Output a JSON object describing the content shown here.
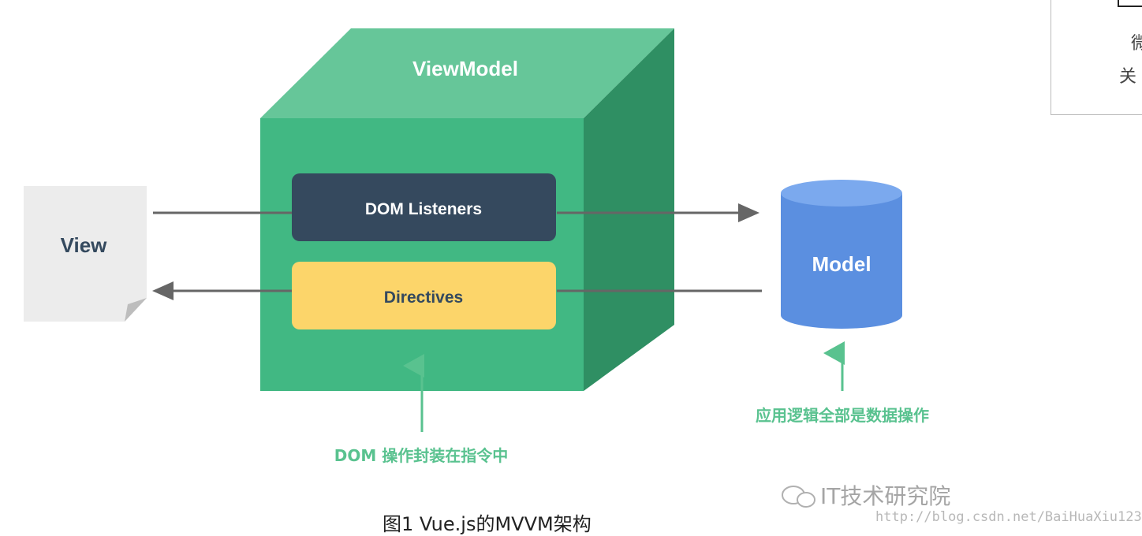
{
  "diagram": {
    "viewmodel_label": "ViewModel",
    "dom_listeners_label": "DOM Listeners",
    "directives_label": "Directives",
    "view_label": "View",
    "model_label": "Model",
    "dom_note": "DOM 操作封装在指令中",
    "model_note": "应用逻辑全部是数据操作"
  },
  "caption": "图1 Vue.js的MVVM架构",
  "watermark": {
    "brand": "IT技术研究院",
    "url": "http://blog.csdn.net/BaiHuaXiu123"
  },
  "sidebar_fragment": {
    "line1": "微",
    "line2": "关"
  },
  "colors": {
    "cube_front": "#41b883",
    "cube_top": "#66c699",
    "cube_side": "#2f8f63",
    "listeners_bg": "#35495e",
    "directives_bg": "#fcd56a",
    "model_blue": "#5b8fe0",
    "note_green": "#59c28f",
    "arrow_gray": "#666666",
    "view_paper": "#ececec"
  }
}
